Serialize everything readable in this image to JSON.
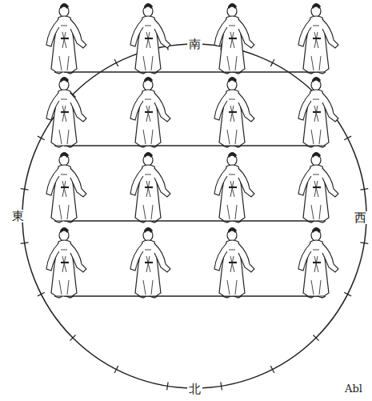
{
  "diagram": {
    "labels": [
      "南",
      "東",
      "西",
      "北",
      "Abl"
    ]
  }
}
